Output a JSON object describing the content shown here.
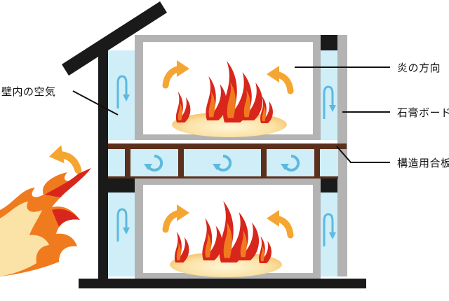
{
  "labels": {
    "wall_air": "壁内の空気",
    "flame_direction": "炎の方向",
    "gypsum_board": "石膏ボード",
    "structural_plywood": "構造用合板"
  },
  "colors": {
    "frame": "#1a1a1a",
    "gypsum": "#b3b3b3",
    "air": "#cfeef8",
    "air_arrow": "#5cb9e0",
    "beam": "#5a2f1c",
    "arrow_orange": "#f5a531",
    "flame_red": "#d8261c",
    "flame_orange": "#f07a1e",
    "flame_glow": "#fbe2a6"
  },
  "icons": [
    "air-circulation-arrow-icon",
    "flame-direction-arrow-icon",
    "flame-icon",
    "outside-fire-icon"
  ]
}
